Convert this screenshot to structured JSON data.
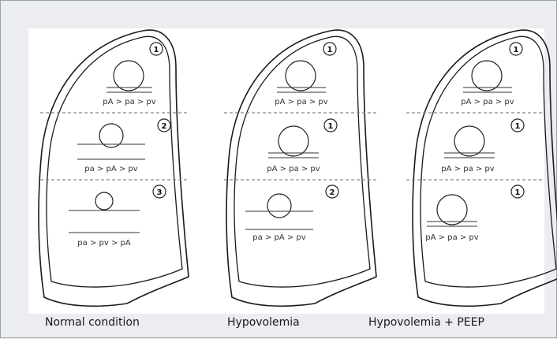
{
  "diagrams": [
    {
      "caption": "Normal condition",
      "zones": [
        {
          "number": "1",
          "formula": "pA > pa > pv"
        },
        {
          "number": "2",
          "formula": "pa > pA > pv"
        },
        {
          "number": "3",
          "formula": "pa > pv > pA"
        }
      ]
    },
    {
      "caption": "Hypovolemia",
      "zones": [
        {
          "number": "1",
          "formula": "pA > pa > pv"
        },
        {
          "number": "1",
          "formula": "pA > pa > pv"
        },
        {
          "number": "2",
          "formula": "pa > pA > pv"
        }
      ]
    },
    {
      "caption": "Hypovolemia + PEEP",
      "zones": [
        {
          "number": "1",
          "formula": "pA > pa > pv"
        },
        {
          "number": "1",
          "formula": "pA > pa > pv"
        },
        {
          "number": "1",
          "formula": "pA > pa > pv"
        }
      ]
    }
  ]
}
